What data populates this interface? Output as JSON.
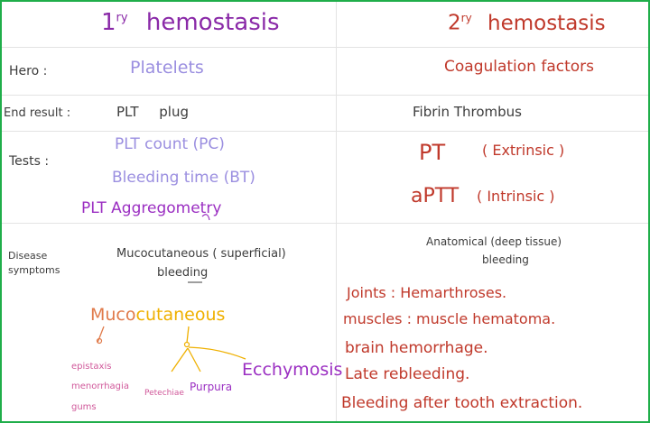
{
  "headers": {
    "primary": {
      "num": "1",
      "sup": "ry",
      "word": "hemostasis"
    },
    "secondary": {
      "num": "2",
      "sup": "ry",
      "word": "hemostasis"
    }
  },
  "rows": {
    "hero": {
      "label": "Hero :",
      "left": "Platelets",
      "right": "Coagulation factors"
    },
    "end_result": {
      "label": "End result :",
      "left": "PLT plug",
      "right": "Fibrin Thrombus"
    },
    "tests": {
      "label": "Tests :",
      "left": [
        "PLT count (PC)",
        "Bleeding time (BT)",
        "PLT Aggregometry"
      ],
      "right": [
        {
          "name": "PT",
          "note": "( Extrinsic )"
        },
        {
          "name": "aPTT",
          "note": "( Intrinsic )"
        }
      ]
    },
    "disease": {
      "label_line1": "Disease",
      "label_line2": "symptoms",
      "left_line1": "Mucocutaneous ( superficial)",
      "left_line2": "bleeding",
      "right_line1": "Anatomical (deep tissue)",
      "right_line2": "bleeding",
      "right_list": [
        "Joints : Hemarthroses.",
        "muscles : muscle hematoma.",
        "brain hemorrhage.",
        "Late rebleeding.",
        "Bleeding after tooth extraction."
      ],
      "diagram": {
        "muco": "Muco",
        "cutaneous": "cutaneous",
        "muco_children": [
          "epistaxis",
          "menorrhagia",
          "gums"
        ],
        "cut_children": [
          "Petechiae",
          "Purpura",
          "Ecchymosis"
        ]
      }
    }
  },
  "colors": {
    "border": "#1fae4a",
    "purple": "#8a2aa8",
    "lavender": "#9b8fe0",
    "red": "#c0392b",
    "orange": "#e07a4a",
    "yellow": "#efb000",
    "pink": "#d0589a"
  }
}
